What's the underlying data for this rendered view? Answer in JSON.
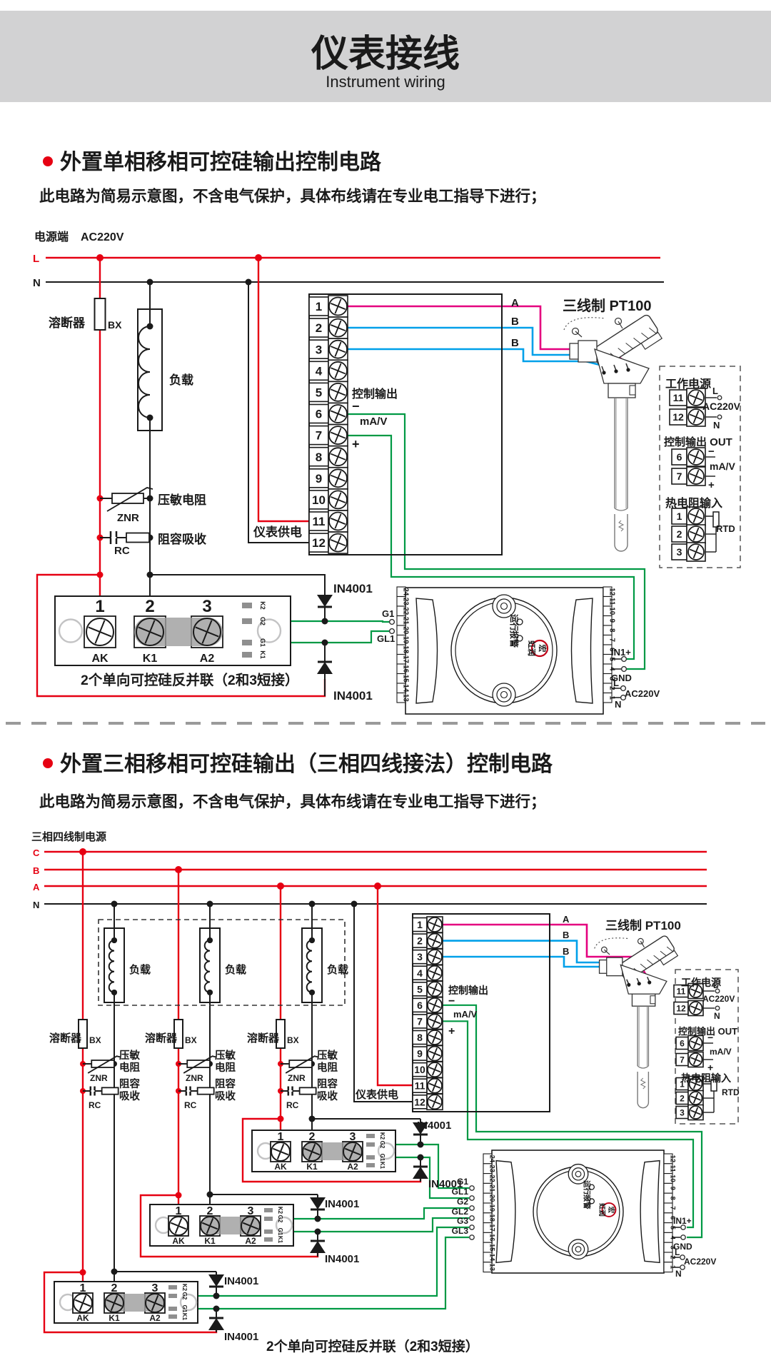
{
  "header": {
    "title": "仪表接线",
    "subtitle": "Instrument wiring"
  },
  "diode": "IN4001",
  "s1": {
    "title": "外置单相移相可控硅输出控制电路",
    "note": "此电路为简易示意图，不含电气保护，具体布线请在专业电工指导下进行；",
    "source_label": "电源端",
    "source_voltage": "AC220V",
    "L": "L",
    "N": "N",
    "fuse": {
      "name": "溶断器",
      "model": "BX"
    },
    "load_label": "负载",
    "znr": {
      "label": "压敏电阻",
      "model": "ZNR"
    },
    "rc": {
      "label": "阻容吸收",
      "model": "RC"
    },
    "supply_label": "仪表供电",
    "instrument": {
      "terminals": [
        "1",
        "2",
        "3",
        "4",
        "5",
        "6",
        "7",
        "8",
        "9",
        "10",
        "11",
        "12"
      ],
      "control_output": "控制输出",
      "minus": "−",
      "unit": "mA/V",
      "plus": "+",
      "wire_a": "A",
      "wire_b1": "B",
      "wire_b2": "B"
    },
    "pt100_title": "三线制 PT100",
    "io": {
      "power_title": "工作电源",
      "power_terms": [
        "11",
        "12"
      ],
      "l": "L",
      "voltage": "AC220V",
      "n": "N",
      "out_title": "控制输出 OUT",
      "out_terms": [
        "6",
        "7"
      ],
      "minus": "−",
      "unit": "mA/V",
      "plus": "+",
      "rtd_title": "热电阻输入",
      "rtd_terms": [
        "1",
        "2",
        "3"
      ],
      "rtd": "RTD"
    },
    "module": {
      "terminals": [
        "1",
        "2",
        "3"
      ],
      "pins": [
        "AK",
        "K1",
        "A2"
      ],
      "slots": [
        "K2",
        "G2",
        "G1",
        "K1"
      ],
      "caption": "2个单向可控硅反并联（2和3短接）"
    },
    "gates": {
      "g1": "G1",
      "gl1": "GL1"
    },
    "meter": {
      "left": [
        "24",
        "23",
        "22",
        "21",
        "20",
        "19",
        "18",
        "17",
        "16",
        "15",
        "14",
        "13"
      ],
      "right": [
        "12",
        "11",
        "10",
        "9",
        "8",
        "7",
        "6",
        "5",
        "4",
        "3",
        "2",
        "1"
      ],
      "run": "运行",
      "alarm": "报警",
      "brand": "虹润",
      "brand_mark": "宏",
      "in1": "IN1+",
      "gnd": "GND",
      "l": "L",
      "voltage": "AC220V",
      "n": "N"
    }
  },
  "s2": {
    "title": "外置三相移相可控硅输出（三相四线接法）控制电路",
    "note": "此电路为简易示意图，不含电气保护，具体布线请在专业电工指导下进行；",
    "source_label": "三相四线制电源",
    "lines": [
      "C",
      "B",
      "A",
      "N"
    ],
    "load_label": "负载",
    "fuse": {
      "name": "溶断器",
      "model": "BX"
    },
    "znr": {
      "l1": "压敏",
      "l2": "电阻",
      "model": "ZNR"
    },
    "rc": {
      "l1": "阻容",
      "l2": "吸收",
      "model": "RC"
    },
    "supply_label": "仪表供电",
    "instrument": {
      "terminals": [
        "1",
        "2",
        "3",
        "4",
        "5",
        "6",
        "7",
        "8",
        "9",
        "10",
        "11",
        "12"
      ],
      "control_output": "控制输出",
      "minus": "−",
      "unit": "mA/V",
      "plus": "+",
      "wire_a": "A",
      "wire_b1": "B",
      "wire_b2": "B"
    },
    "pt100_title": "三线制 PT100",
    "io": {
      "power_title": "工作电源",
      "power_terms": [
        "11",
        "12"
      ],
      "l": "L",
      "voltage": "AC220V",
      "n": "N",
      "out_title": "控制输出 OUT",
      "out_terms": [
        "6",
        "7"
      ],
      "minus": "−",
      "unit": "mA/V",
      "plus": "+",
      "rtd_title": "热电阻输入",
      "rtd_terms": [
        "1",
        "2",
        "3"
      ],
      "rtd": "RTD"
    },
    "module": {
      "terminals": [
        "1",
        "2",
        "3"
      ],
      "pins": [
        "AK",
        "K1",
        "A2"
      ],
      "slots": [
        "K2",
        "G2",
        "G1",
        "K1"
      ],
      "caption": "2个单向可控硅反并联（2和3短接）"
    },
    "gates": [
      "G1",
      "GL1",
      "G2",
      "GL2",
      "G3",
      "GL3"
    ],
    "meter": {
      "left": [
        "24",
        "23",
        "22",
        "21",
        "20",
        "19",
        "18",
        "17",
        "16",
        "15",
        "14",
        "13"
      ],
      "right": [
        "12",
        "11",
        "10",
        "9",
        "8",
        "7",
        "6",
        "5",
        "4",
        "3",
        "2",
        "1"
      ],
      "run": "运行",
      "alarm": "报警",
      "brand": "虹润",
      "brand_mark": "宏",
      "in1": "IN1+",
      "gnd": "GND",
      "l": "L",
      "voltage": "AC220V",
      "n": "N"
    }
  }
}
